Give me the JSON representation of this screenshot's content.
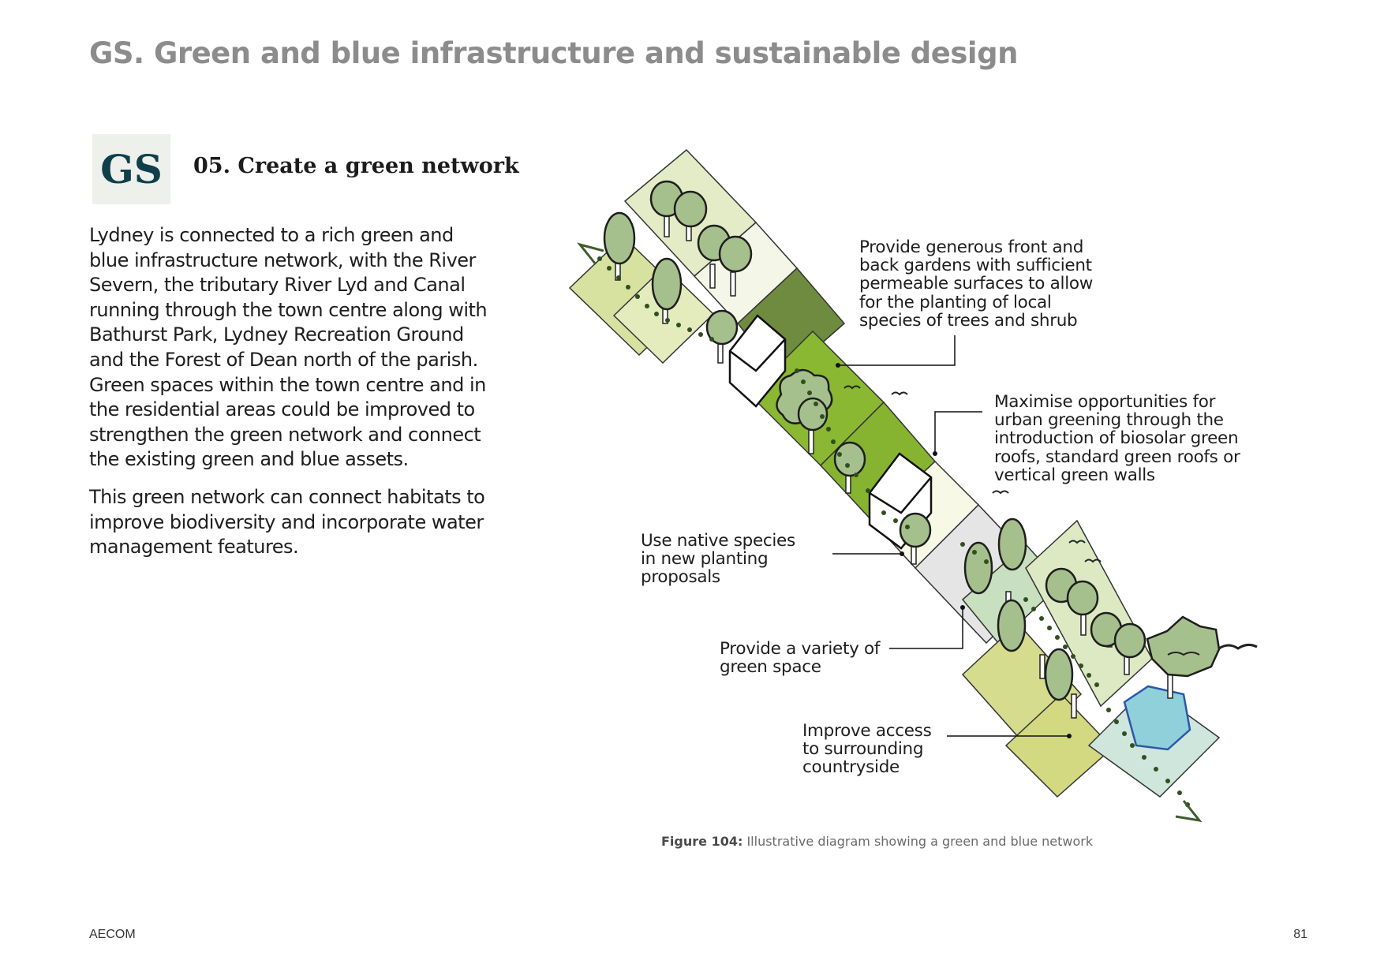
{
  "header": {
    "title": "GS. Green and blue infrastructure and sustainable design"
  },
  "badge": {
    "text": "GS"
  },
  "section": {
    "heading": "05. Create a green network"
  },
  "body": {
    "paragraph1": "Lydney is connected to a rich green and blue infrastructure network, with the River Severn, the tributary River Lyd and Canal running through the town centre along with Bathurst Park, Lydney Recreation Ground and the Forest of Dean north of the parish. Green spaces within the town centre and in the residential areas could be improved to strengthen the green network and connect the existing green and blue assets.",
    "paragraph2": "This green network can connect habitats to improve biodiversity and incorporate water management features."
  },
  "diagram": {
    "callouts": {
      "gardens": "Provide generous front and\nback gardens with sufficient\npermeable surfaces to allow\nfor the planting of local\nspecies of trees and shrub",
      "roofs": "Maximise opportunities for\nurban greening through the\nintroduction of biosolar green\nroofs, standard green roofs or\nvertical green walls",
      "native": "Use native species\nin new planting\nproposals",
      "variety": "Provide a variety of\ngreen space",
      "access": "Improve access\nto surrounding\ncountryside"
    },
    "colors": {
      "dark_green": "#3e5d2c",
      "bright_green": "#8db833",
      "water": "#8fd0da",
      "pale_green": "#d7e6a6",
      "tree": "#a6c08d"
    }
  },
  "caption": {
    "label": "Figure 104:",
    "text": " Illustrative diagram showing a green and blue network"
  },
  "footer": {
    "left": "AECOM",
    "page_number": "81"
  }
}
